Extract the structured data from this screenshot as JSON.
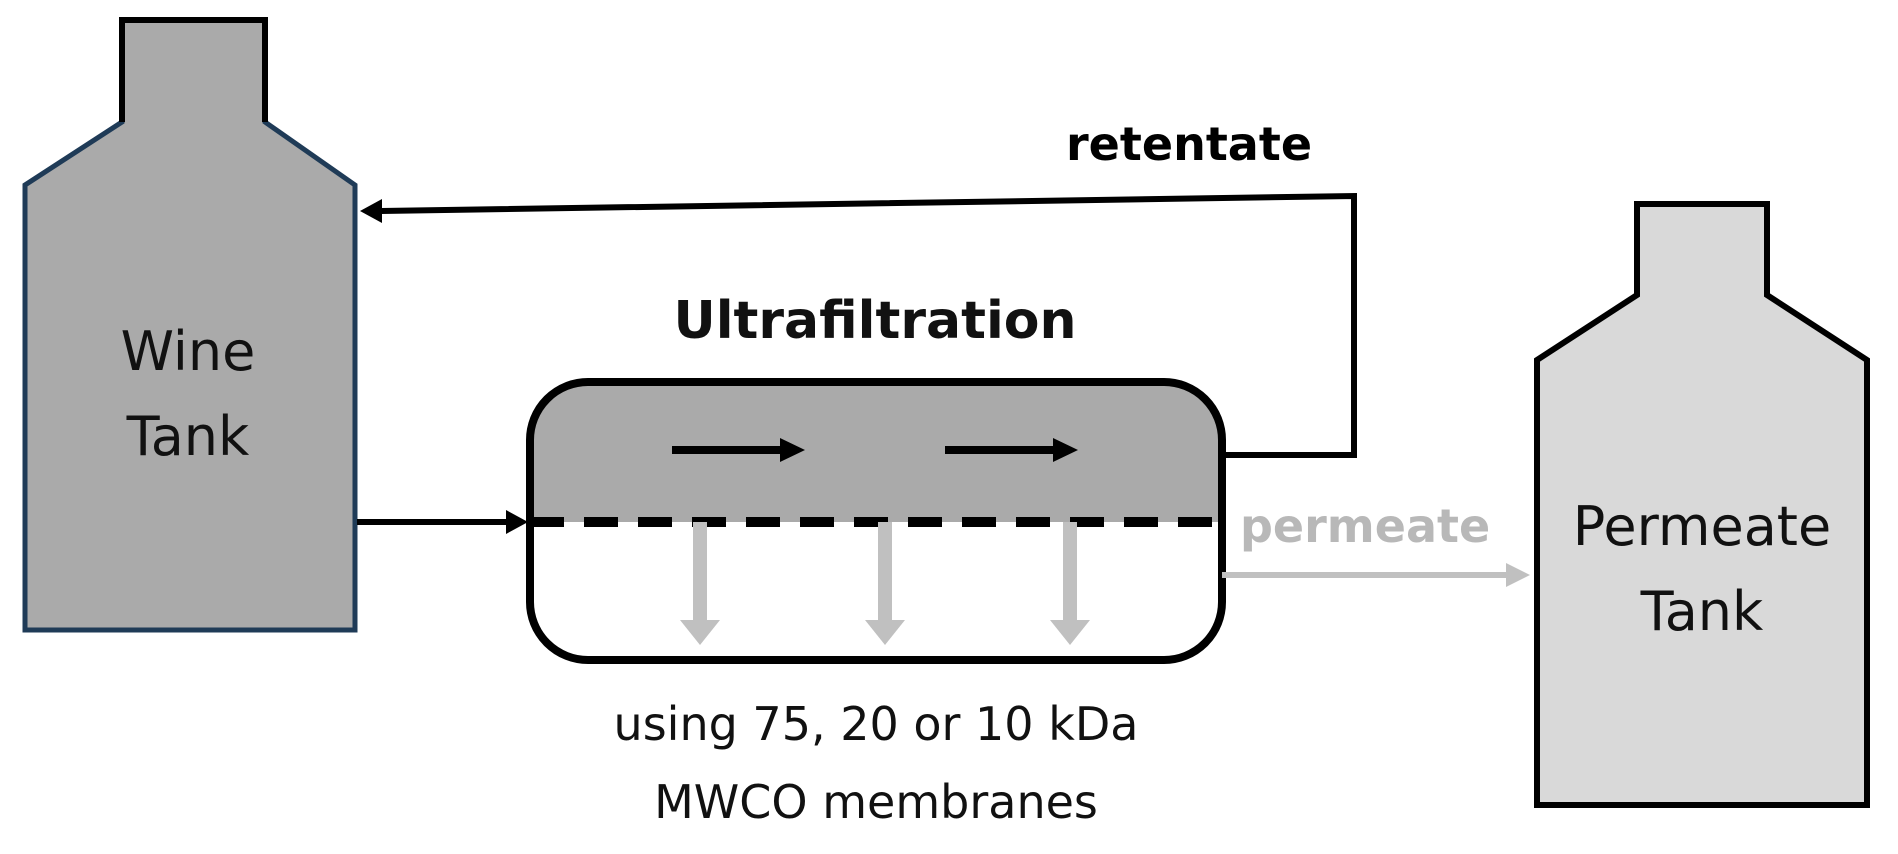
{
  "wine_tank": {
    "line1": "Wine",
    "line2": "Tank"
  },
  "permeate_tank": {
    "line1": "Permeate",
    "line2": "Tank"
  },
  "ultrafiltration": {
    "title": "Ultrafiltration"
  },
  "retentate": {
    "label": "retentate"
  },
  "permeate": {
    "label": "permeate"
  },
  "membrane_note": {
    "line1": "using 75, 20 or 10 kDa",
    "line2": "MWCO membranes"
  },
  "colors": {
    "wine_tank_fill": "#aaaaaa",
    "wine_tank_stroke": "#1f3b57",
    "permeate_tank_fill": "#d9d9d9",
    "permeate_arrow": "#c0c0c0",
    "module_retentate_fill": "#aaaaaa"
  }
}
